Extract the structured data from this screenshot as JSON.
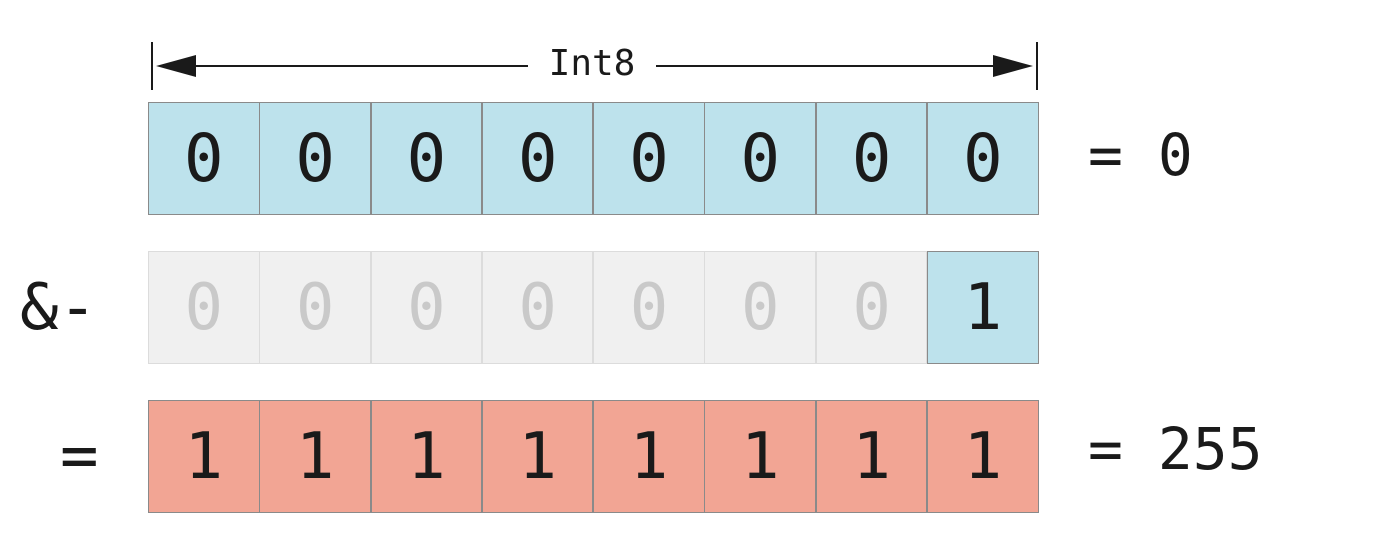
{
  "width_label": "Int8",
  "rows": [
    {
      "operator": "",
      "bits": [
        "0",
        "0",
        "0",
        "0",
        "0",
        "0",
        "0",
        "0"
      ],
      "result": "= 0"
    },
    {
      "operator": "&-",
      "bits": [
        "0",
        "0",
        "0",
        "0",
        "0",
        "0",
        "0",
        "1"
      ],
      "result": ""
    },
    {
      "operator": "=",
      "bits": [
        "1",
        "1",
        "1",
        "1",
        "1",
        "1",
        "1",
        "1"
      ],
      "result": "= 255"
    }
  ],
  "colors": {
    "operand": "#bde2ec",
    "inactive": "#f0f0f0",
    "result": "#f2a594"
  }
}
